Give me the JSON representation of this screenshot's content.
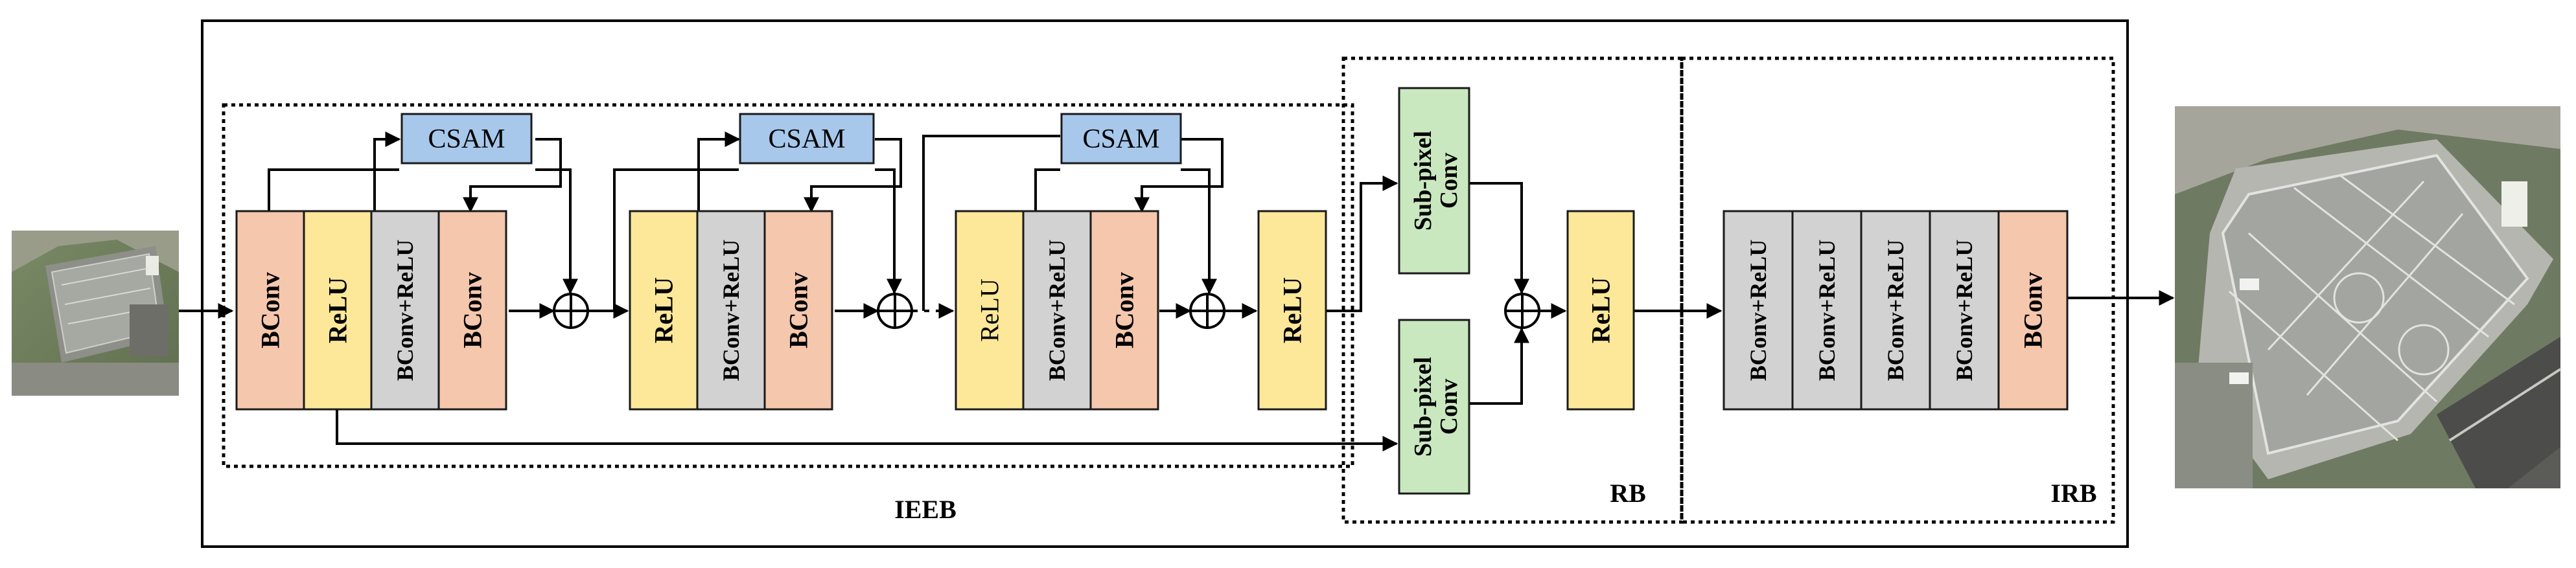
{
  "colors": {
    "bconv": "#f5c7ad",
    "relu": "#fde89a",
    "bconv_relu": "#d2d2d2",
    "csam": "#a7c8ea",
    "subpixel": "#c9e8bf",
    "line": "#000000"
  },
  "labels": {
    "bconv": "BConv",
    "relu": "ReLU",
    "bconv_relu": "BConv+ReLU",
    "csam": "CSAM",
    "subpixel_line1": "Sub-pixel",
    "subpixel_line2": "Conv",
    "ieeb": "IEEB",
    "rb": "RB",
    "irb": "IRB"
  },
  "images": {
    "input": "low-resolution aerial image of basketball courts",
    "output": "high-resolution aerial image of basketball courts"
  }
}
